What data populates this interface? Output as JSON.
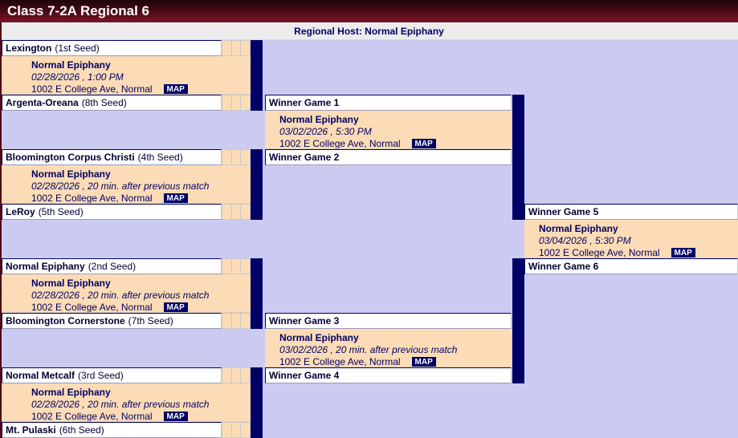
{
  "header": {
    "title": "Class 7-2A Regional 6",
    "host": "Regional Host: Normal Epiphany"
  },
  "labels": {
    "map": "MAP"
  },
  "colors": {
    "title_maroon": "#5c0d18",
    "navy": "#000066",
    "peach": "#fcdcb6",
    "lavender": "#cbcbf2",
    "host_bar_gray": "#ececec"
  },
  "teams": [
    {
      "name": "Lexington",
      "seed": "(1st Seed)"
    },
    {
      "name": "Argenta-Oreana",
      "seed": "(8th Seed)"
    },
    {
      "name": "Bloomington Corpus Christi",
      "seed": "(4th Seed)"
    },
    {
      "name": "LeRoy",
      "seed": "(5th Seed)"
    },
    {
      "name": "Normal Epiphany",
      "seed": "(2nd Seed)"
    },
    {
      "name": "Bloomington Cornerstone",
      "seed": "(7th Seed)"
    },
    {
      "name": "Normal Metcalf",
      "seed": "(3rd Seed)"
    },
    {
      "name": "Mt. Pulaski",
      "seed": "(6th Seed)"
    }
  ],
  "winner_slots": [
    "Winner Game 1",
    "Winner Game 2",
    "Winner Game 3",
    "Winner Game 4",
    "Winner Game 5",
    "Winner Game 6"
  ],
  "games": {
    "game1": {
      "site": "Normal Epiphany",
      "datetime": "02/28/2026 , 1:00 PM",
      "address": "1002 E College Ave, Normal"
    },
    "game2": {
      "site": "Normal Epiphany",
      "datetime": "02/28/2026 , 20 min. after previous match",
      "address": "1002 E College Ave, Normal"
    },
    "game3": {
      "site": "Normal Epiphany",
      "datetime": "02/28/2026 , 20 min. after previous match",
      "address": "1002 E College Ave, Normal"
    },
    "game4": {
      "site": "Normal Epiphany",
      "datetime": "02/28/2026 , 20 min. after previous match",
      "address": "1002 E College Ave, Normal"
    },
    "game5": {
      "site": "Normal Epiphany",
      "datetime": "03/02/2026 , 5:30 PM",
      "address": "1002 E College Ave, Normal"
    },
    "game6": {
      "site": "Normal Epiphany",
      "datetime": "03/02/2026 , 20 min. after previous match",
      "address": "1002 E College Ave, Normal"
    },
    "championship": {
      "site": "Normal Epiphany",
      "datetime": "03/04/2026 , 5:30 PM",
      "address": "1002 E College Ave, Normal"
    }
  }
}
